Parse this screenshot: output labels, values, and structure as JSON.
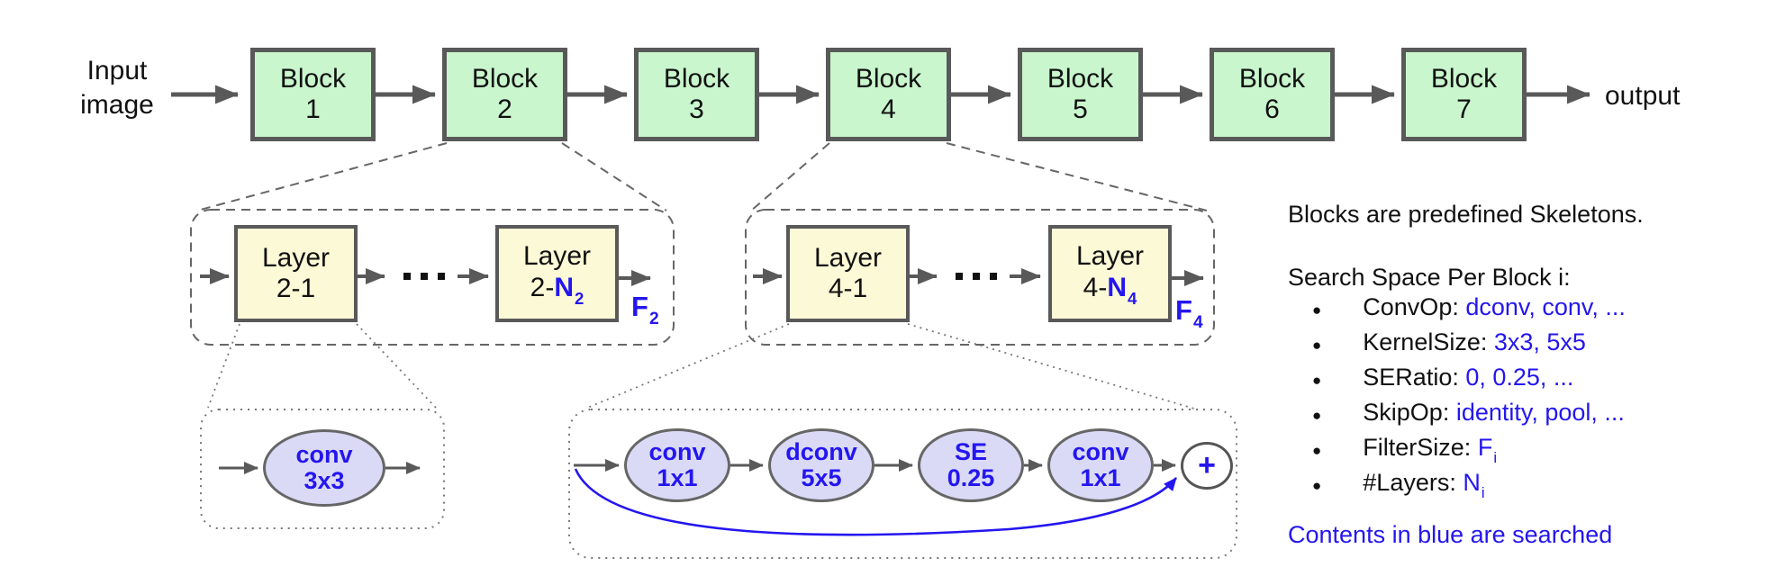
{
  "colors": {
    "accent-blue": "#2416ef",
    "block-green": "#c9f6cd",
    "layer-yellow": "#fcf9d6",
    "op-lavender": "#dadaf7",
    "line-gray": "#595959"
  },
  "top_row": {
    "input_label": [
      "Input",
      "image"
    ],
    "output_label": "output",
    "blocks": [
      {
        "line1": "Block",
        "line2": "1"
      },
      {
        "line1": "Block",
        "line2": "2"
      },
      {
        "line1": "Block",
        "line2": "3"
      },
      {
        "line1": "Block",
        "line2": "4"
      },
      {
        "line1": "Block",
        "line2": "5"
      },
      {
        "line1": "Block",
        "line2": "6"
      },
      {
        "line1": "Block",
        "line2": "7"
      }
    ]
  },
  "block2_expansion": {
    "layer_first": {
      "line1": "Layer",
      "line2": "2-1"
    },
    "layer_last": {
      "line1": "Layer",
      "prefix": "2-",
      "var": "N",
      "sub": "2"
    },
    "filter": {
      "var": "F",
      "sub": "2"
    }
  },
  "block4_expansion": {
    "layer_first": {
      "line1": "Layer",
      "line2": "4-1"
    },
    "layer_last": {
      "line1": "Layer",
      "prefix": "4-",
      "var": "N",
      "sub": "4"
    },
    "filter": {
      "var": "F",
      "sub": "4"
    }
  },
  "layer_detail_simple": {
    "op": {
      "line1": "conv",
      "line2": "3x3"
    }
  },
  "layer_detail_complex": {
    "ops": [
      {
        "line1": "conv",
        "line2": "1x1"
      },
      {
        "line1": "dconv",
        "line2": "5x5"
      },
      {
        "line1": "SE",
        "line2": "0.25"
      },
      {
        "line1": "conv",
        "line2": "1x1"
      }
    ],
    "plus": "+"
  },
  "side_panel": {
    "title": "Blocks are predefined Skeletons.",
    "subtitle": "Search Space Per Block i:",
    "bullets": [
      {
        "label": "ConvOp: ",
        "value": "dconv, conv, ...",
        "sub": ""
      },
      {
        "label": "KernelSize: ",
        "value": "3x3, 5x5",
        "sub": ""
      },
      {
        "label": "SERatio: ",
        "value": "0, 0.25, ...",
        "sub": ""
      },
      {
        "label": "SkipOp: ",
        "value": "identity, pool, ...",
        "sub": ""
      },
      {
        "label": "FilterSize: ",
        "value": "F",
        "sub": "i"
      },
      {
        "label": "#Layers: ",
        "value": "N",
        "sub": "i"
      }
    ],
    "footer": "Contents in blue are searched"
  }
}
